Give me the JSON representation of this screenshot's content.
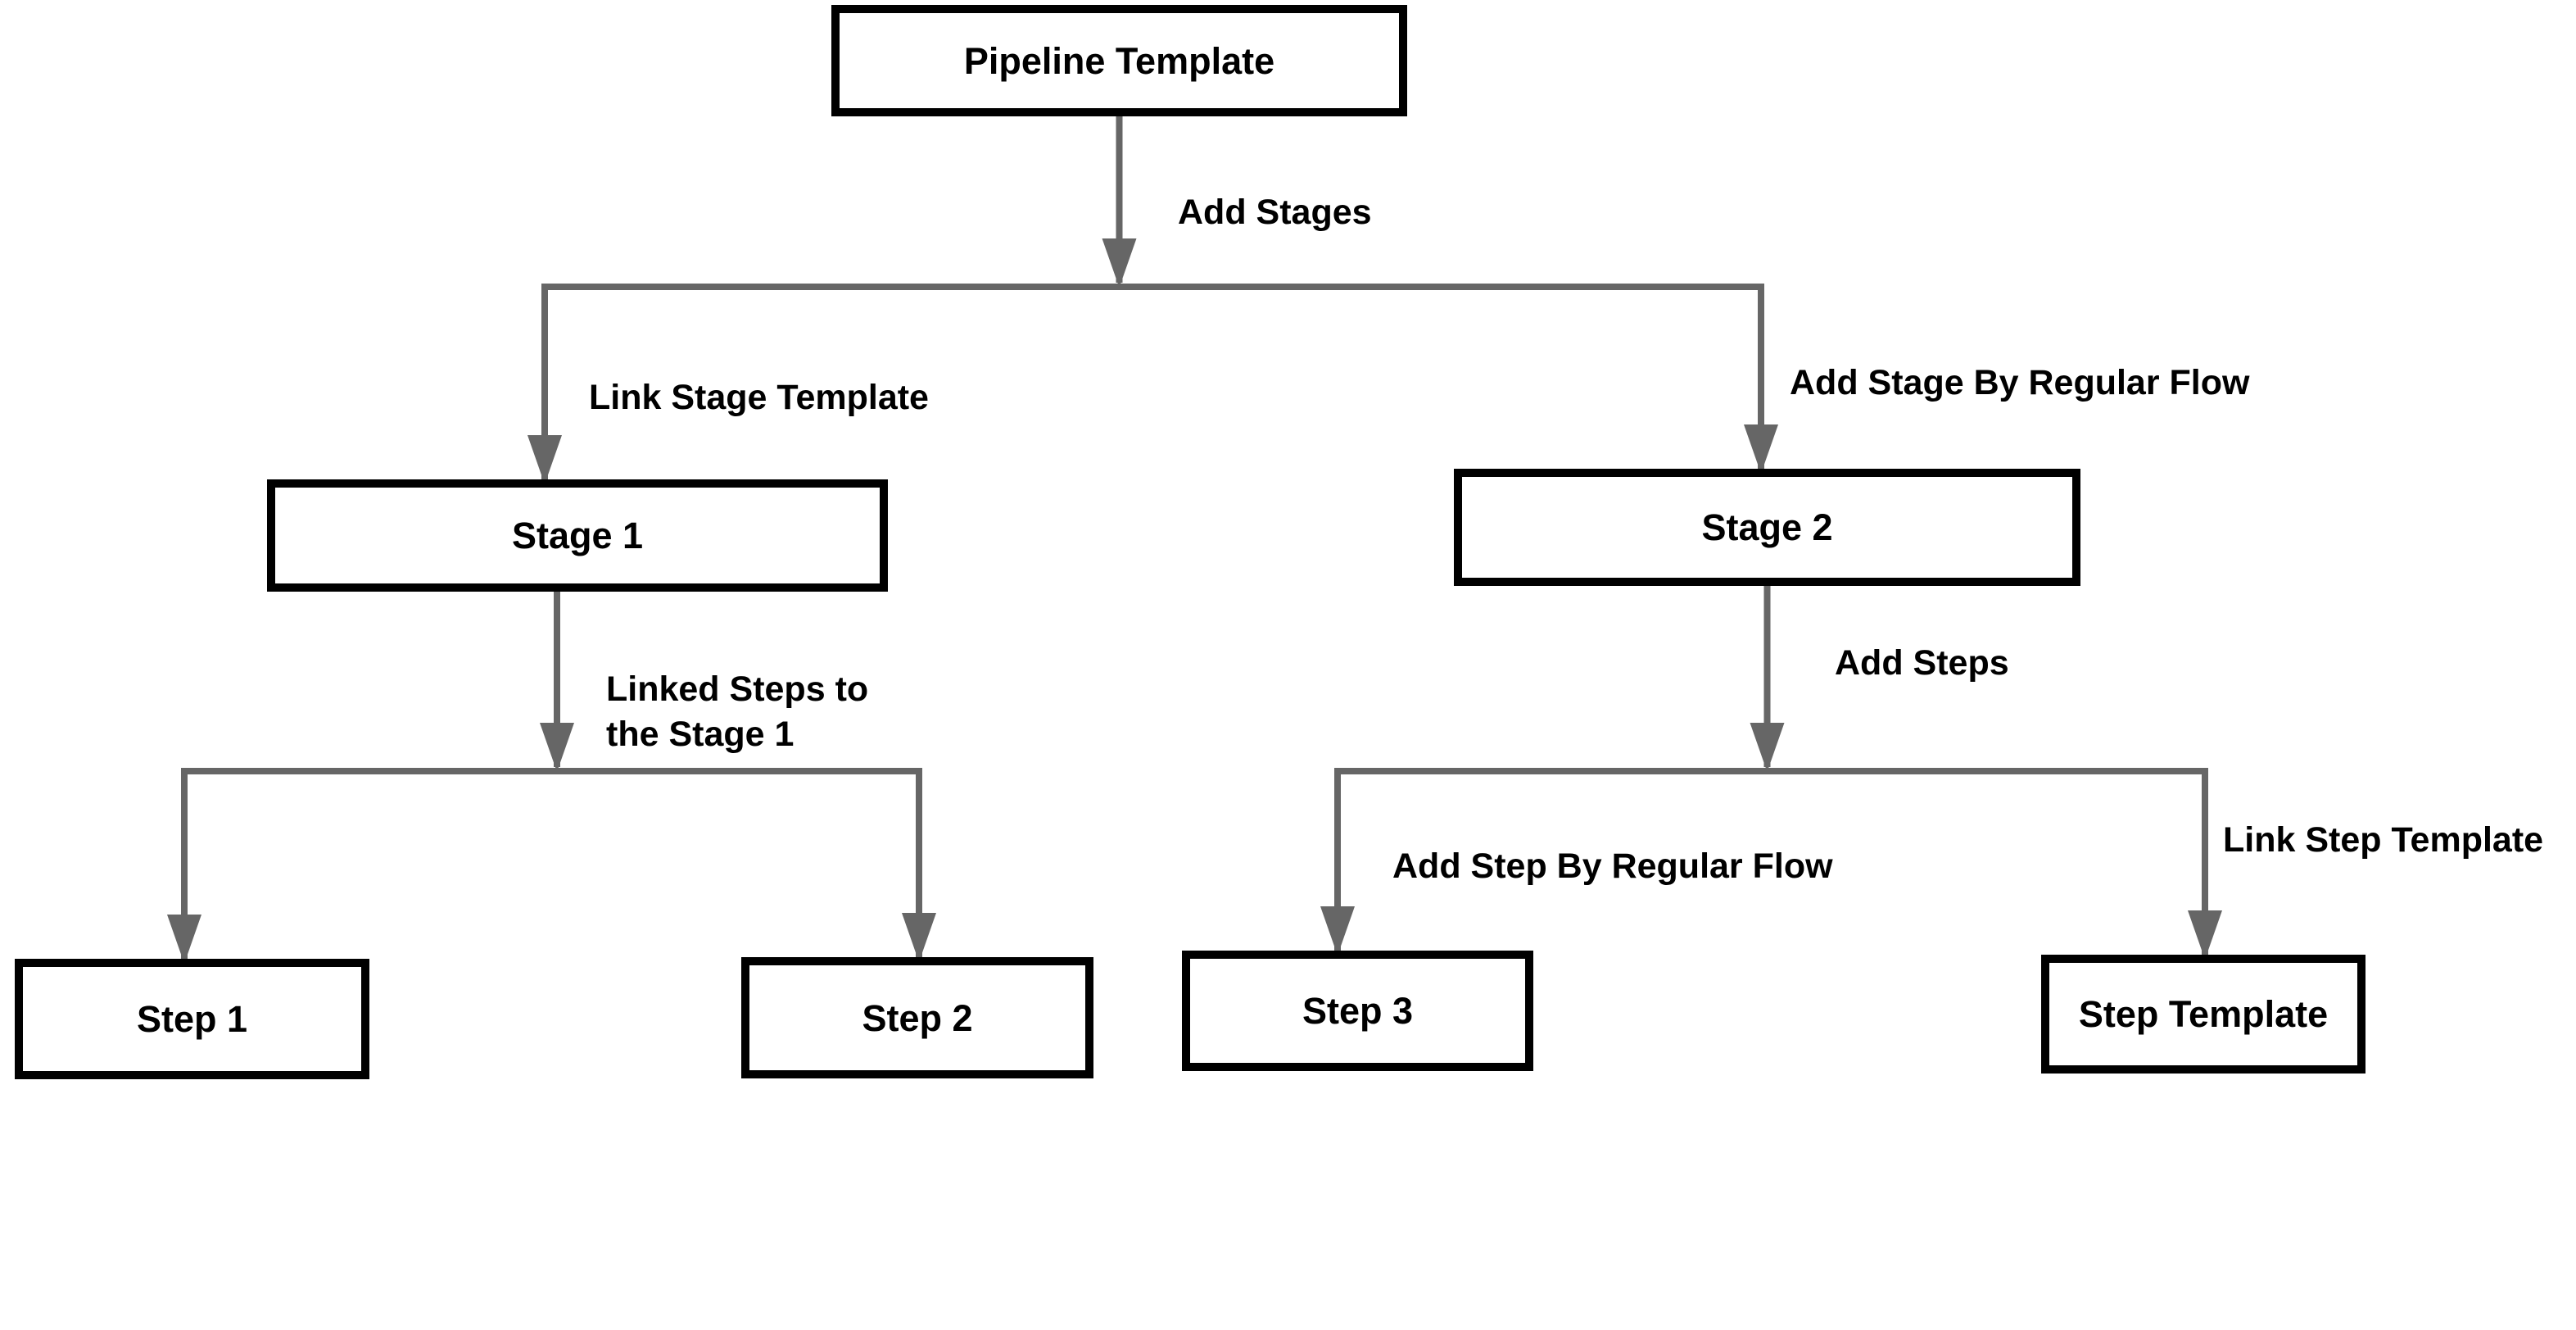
{
  "diagram": {
    "type": "flowchart",
    "background_color": "#ffffff",
    "colors": {
      "node_border": "#000000",
      "node_fill": "#ffffff",
      "edge_line": "#666666",
      "label_text": "#000000"
    },
    "nodes": {
      "pipeline_template": "Pipeline Template",
      "stage1": "Stage 1",
      "stage2": "Stage 2",
      "step1": "Step 1",
      "step2": "Step 2",
      "step3": "Step 3",
      "step_template": "Step Template"
    },
    "edge_labels": {
      "add_stages": "Add Stages",
      "link_stage_template": "Link Stage Template",
      "add_stage_by_regular_flow": "Add Stage By Regular Flow",
      "linked_steps_line1": "Linked Steps to",
      "linked_steps_line2": "the Stage 1",
      "add_steps": "Add Steps",
      "add_step_by_regular_flow": "Add Step By Regular Flow",
      "link_step_template": "Link Step Template"
    },
    "structure": [
      {
        "from": "Pipeline Template",
        "to": "Stage 1",
        "via": "Add Stages",
        "label": "Link Stage Template"
      },
      {
        "from": "Pipeline Template",
        "to": "Stage 2",
        "via": "Add Stages",
        "label": "Add Stage By Regular Flow"
      },
      {
        "from": "Stage 1",
        "to": "Step 1",
        "label": "Linked Steps to the Stage 1"
      },
      {
        "from": "Stage 1",
        "to": "Step 2",
        "label": "Linked Steps to the Stage 1"
      },
      {
        "from": "Stage 2",
        "to": "Step 3",
        "via": "Add Steps",
        "label": "Add Step By Regular Flow"
      },
      {
        "from": "Stage 2",
        "to": "Step Template",
        "via": "Add Steps",
        "label": "Link Step Template"
      }
    ]
  }
}
